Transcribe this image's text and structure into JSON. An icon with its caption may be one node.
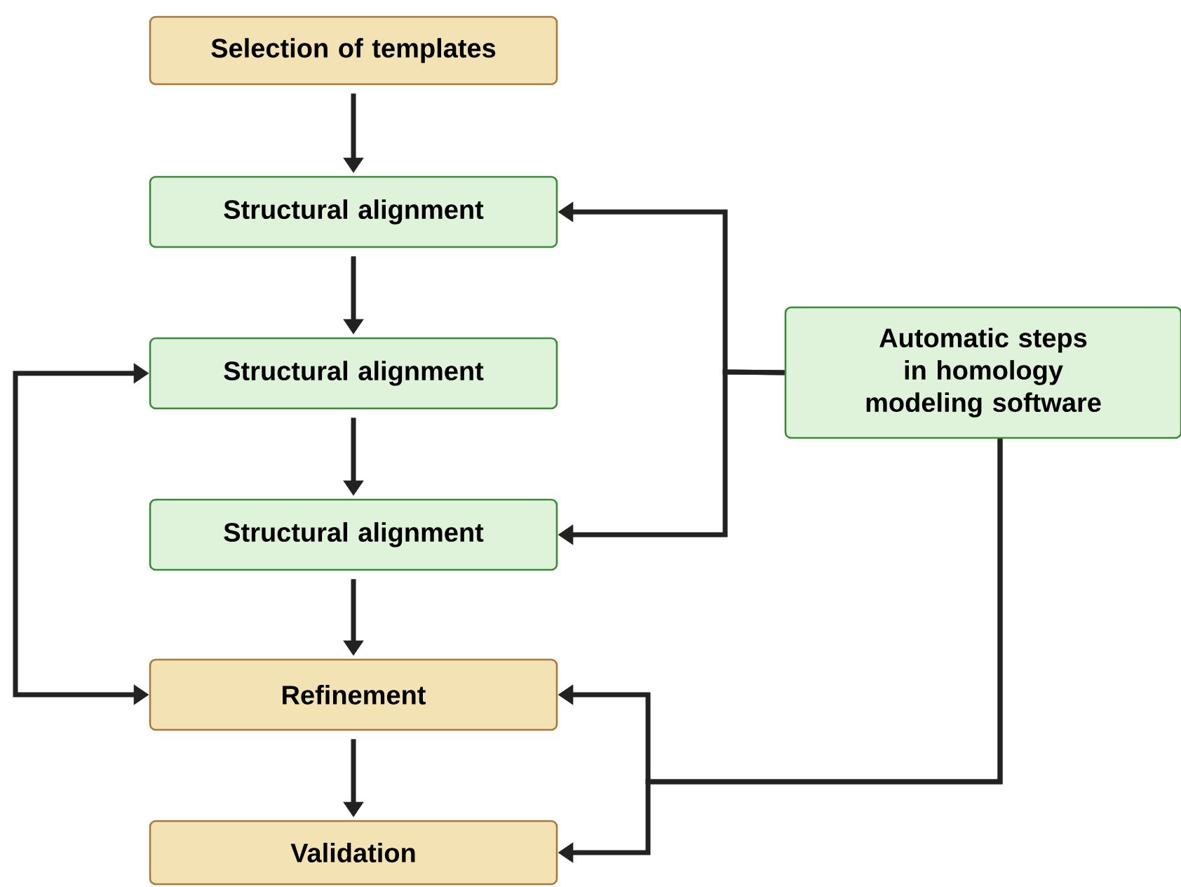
{
  "diagram": {
    "nodes": [
      {
        "text": [
          "Selection of templates"
        ]
      },
      {
        "text": [
          "Structural alignment"
        ]
      },
      {
        "text": [
          "Structural alignment"
        ]
      },
      {
        "text": [
          "Structural alignment"
        ]
      },
      {
        "text": [
          "Refinement"
        ]
      },
      {
        "text": [
          "Validation"
        ]
      },
      {
        "text": [
          "Automatic steps in homology modeling software"
        ]
      }
    ],
    "edges": [
      {
        "from": 0,
        "to": 1,
        "arrow": "to"
      },
      {
        "from": 1,
        "to": 2,
        "arrow": "to"
      },
      {
        "from": 2,
        "to": 3,
        "arrow": "to"
      },
      {
        "from": 3,
        "to": 4,
        "arrow": "to"
      },
      {
        "from": 4,
        "to": 5,
        "arrow": "to"
      },
      {
        "from": 6,
        "to": 1,
        "arrow": "to"
      },
      {
        "from": 6,
        "to": 3,
        "arrow": "to"
      },
      {
        "from": 6,
        "to": 4,
        "arrow": "to"
      },
      {
        "from": 6,
        "to": 5,
        "arrow": "to"
      },
      {
        "from": 4,
        "to": 2,
        "arrow": "both"
      }
    ]
  }
}
